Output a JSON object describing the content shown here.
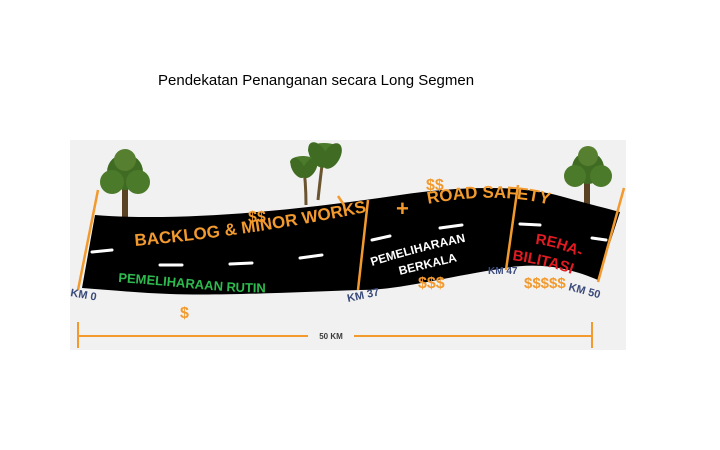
{
  "slide": {
    "title": "Pendekatan Penanganan secara Long Segmen"
  },
  "diagram": {
    "label_backlog": "BACKLOG & MINOR WORKS",
    "label_plus": "+",
    "label_road_safety": "ROAD SAFETY",
    "label_cost_backlog": "$$",
    "label_cost_road_safety": "$$",
    "label_rutin": "PEMELIHARAAN RUTIN",
    "label_cost_rutin": "$",
    "label_berkala_1": "PEMELIHARAAN",
    "label_berkala_2": "BERKALA",
    "label_cost_berkala": "$$$",
    "label_rehab_1": "REHA-",
    "label_rehab_2": "BILITASI",
    "label_cost_rehab": "$$$$$",
    "km_0": "KM 0",
    "km_37": "KM 37",
    "km_47": "KM 47",
    "km_50": "KM 50",
    "total_length": "50 KM",
    "colors": {
      "road": "#000000",
      "accent_orange": "#f29a2e",
      "rutin_green": "#2dba4e",
      "rehab_red": "#e11b22",
      "km_label": "#3a4a7a",
      "lane_marking": "#ffffff",
      "background_panel": "#f1f1f1"
    }
  }
}
